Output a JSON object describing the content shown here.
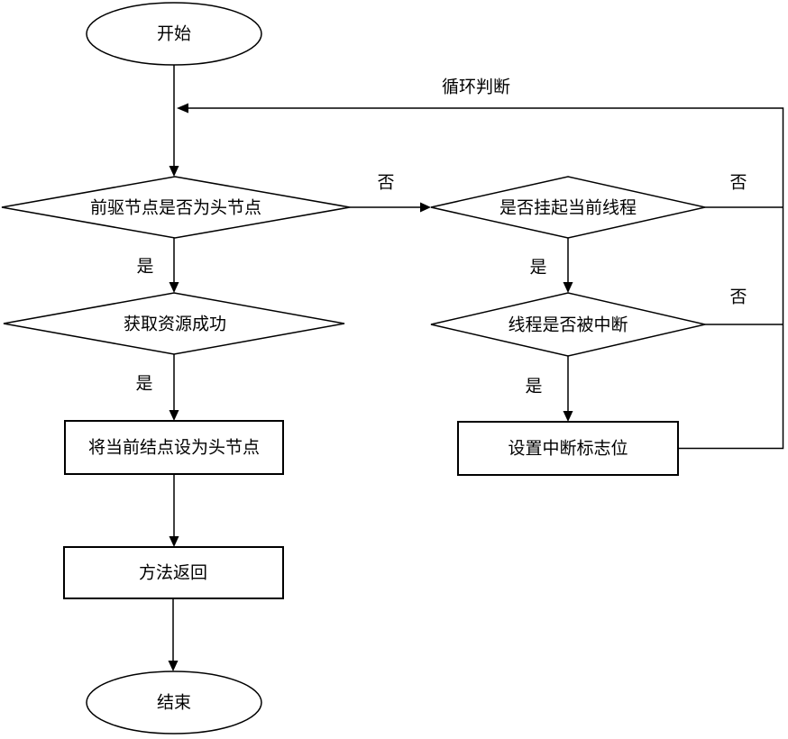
{
  "flowchart": {
    "colors": {
      "stroke": "#000000",
      "background": "#ffffff",
      "text": "#000000"
    },
    "nodes": {
      "start": {
        "label": "开始",
        "type": "terminator"
      },
      "check_head": {
        "label": "前驱节点是否为头节点",
        "type": "decision"
      },
      "check_park": {
        "label": "是否挂起当前线程",
        "type": "decision"
      },
      "acquire_success": {
        "label": "获取资源成功",
        "type": "decision"
      },
      "check_interrupt": {
        "label": "线程是否被中断",
        "type": "decision"
      },
      "set_head": {
        "label": "将当前结点设为头节点",
        "type": "process"
      },
      "set_interrupt_flag": {
        "label": "设置中断标志位",
        "type": "process"
      },
      "method_return": {
        "label": "方法返回",
        "type": "process"
      },
      "end": {
        "label": "结束",
        "type": "terminator"
      }
    },
    "edge_labels": {
      "loop": "循环判断",
      "yes_check_head": "是",
      "yes_acquire_success": "是",
      "yes_check_park": "是",
      "yes_check_interrupt": "是",
      "no_check_head": "否",
      "no_check_park": "否",
      "no_check_interrupt": "否"
    }
  }
}
